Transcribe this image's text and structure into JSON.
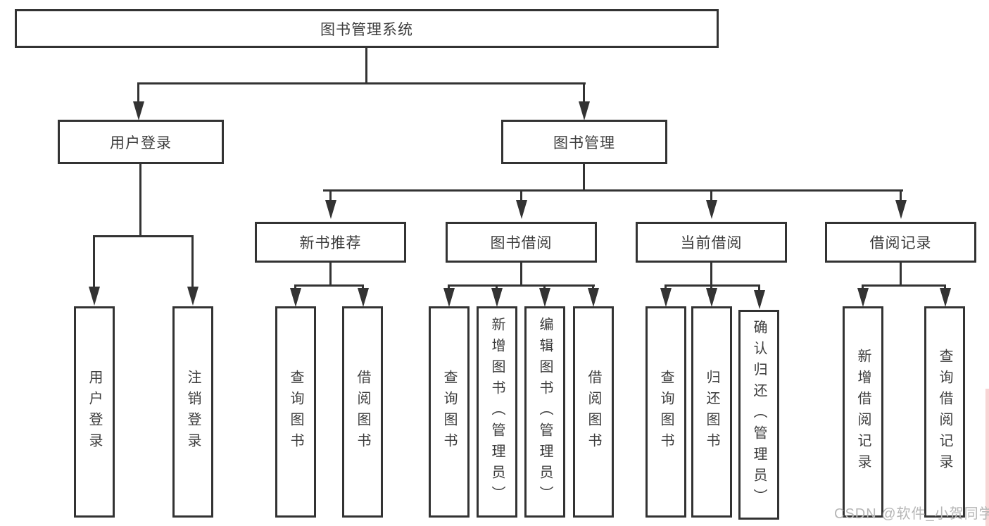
{
  "diagram": {
    "type": "hierarchy-tree",
    "colors": {
      "line": "#333333",
      "box_border": "#333333",
      "box_background": "#ffffff",
      "text": "#3c3c3c",
      "watermark_text": "#b6b6b6",
      "right_edge_strip": "#f6c6c6"
    },
    "tree": {
      "root": {
        "label": "图书管理系统"
      },
      "branches": [
        {
          "label": "用户登录",
          "children": [
            {
              "label": "用户登录"
            },
            {
              "label": "注销登录"
            }
          ]
        },
        {
          "label": "图书管理",
          "groups": [
            {
              "label": "新书推荐",
              "children": [
                {
                  "label": "查询图书"
                },
                {
                  "label": "借阅图书"
                }
              ]
            },
            {
              "label": "图书借阅",
              "children": [
                {
                  "label": "查询图书"
                },
                {
                  "label": "新增图书（管理员）"
                },
                {
                  "label": "编辑图书（管理员）"
                },
                {
                  "label": "借阅图书"
                }
              ]
            },
            {
              "label": "当前借阅",
              "children": [
                {
                  "label": "查询图书"
                },
                {
                  "label": "归还图书"
                },
                {
                  "label": "确认归还（管理员）"
                }
              ]
            },
            {
              "label": "借阅记录",
              "children": [
                {
                  "label": "新增借阅记录"
                },
                {
                  "label": "查询借阅记录"
                }
              ]
            }
          ]
        }
      ]
    }
  },
  "watermark": {
    "text": "CSDN @软件_小贺同学"
  }
}
